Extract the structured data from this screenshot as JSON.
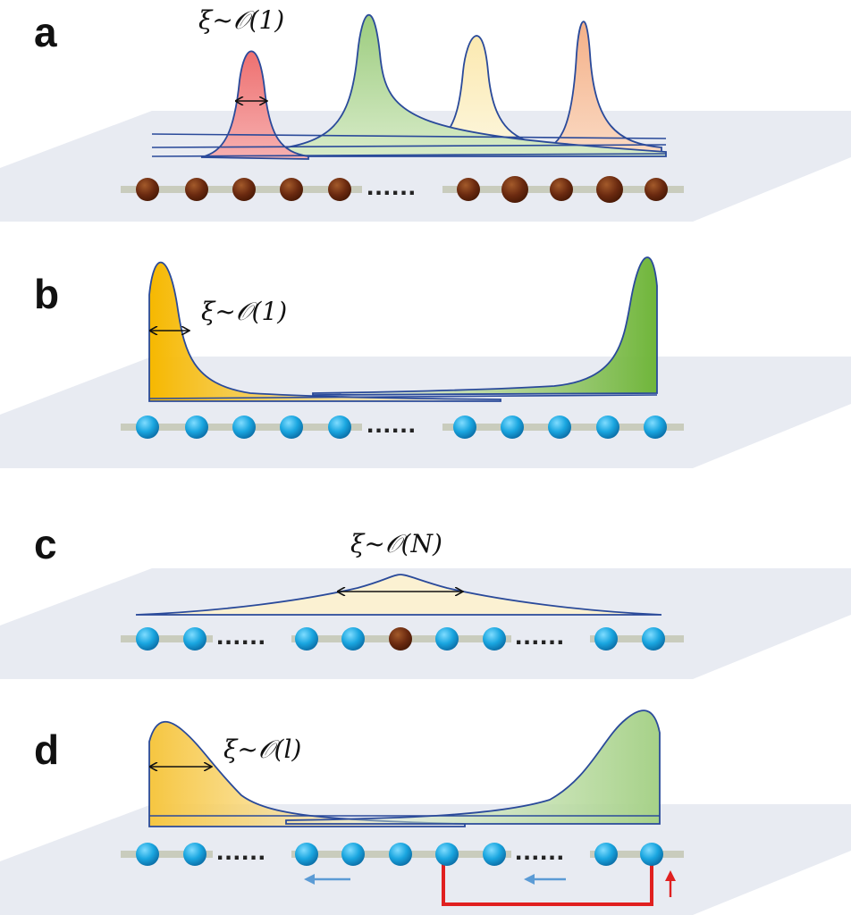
{
  "panels": [
    {
      "label": "a",
      "xi": "ξ~𝒪(1)",
      "ellipsis": "......"
    },
    {
      "label": "b",
      "xi": "ξ~𝒪(1)",
      "ellipsis": "......"
    },
    {
      "label": "c",
      "xi": "ξ~𝒪(N)",
      "ellipsis_left": "......",
      "ellipsis_right": "......"
    },
    {
      "label": "d",
      "xi": "ξ~𝒪(l)",
      "ellipsis_left": "......",
      "ellipsis_right": "......"
    }
  ],
  "colors": {
    "plane": "#e8ebf2",
    "curve_stroke": "#2a4a9a",
    "brown_site": "#6b2a10",
    "blue_site": "#1aa6e0",
    "chain_bar": "#c9ccbd",
    "red_bond": "#e02020",
    "blue_arrow": "#5b9bd5",
    "peak_red": "#ee7a7a",
    "peak_green": "#a8d18a",
    "peak_cream": "#fbeec0",
    "peak_orange": "#f5b98c",
    "peak_yellow": "#f5b800",
    "peak_lightgreen": "#7fbf3f"
  }
}
